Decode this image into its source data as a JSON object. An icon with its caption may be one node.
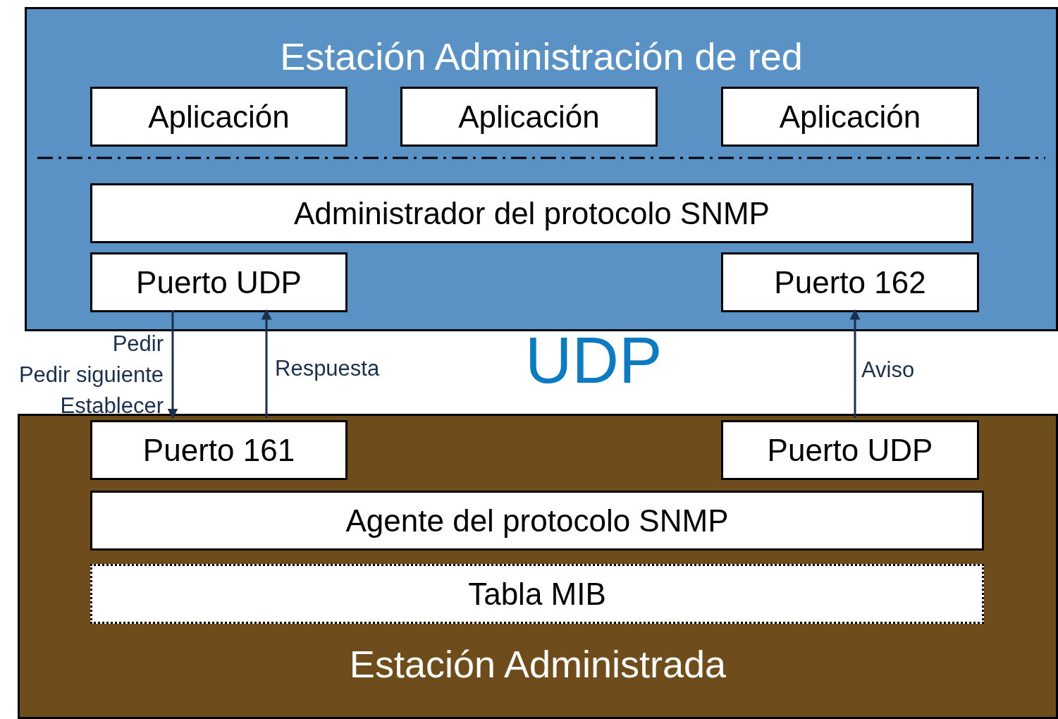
{
  "diagram": {
    "nodes": [
      {
        "text": [
          "Estación Administración de red"
        ]
      },
      {
        "text": [
          "Aplicación"
        ],
        "in": 0
      },
      {
        "text": [
          "Aplicación"
        ],
        "in": 0
      },
      {
        "text": [
          "Aplicación"
        ],
        "in": 0
      },
      {
        "text": [
          "Administrador del protocolo SNMP"
        ],
        "in": 0
      },
      {
        "text": [
          "Puerto UDP"
        ],
        "in": 0
      },
      {
        "text": [
          "Puerto 162"
        ],
        "in": 0
      },
      {
        "text": [
          "Estación Administrada"
        ]
      },
      {
        "text": [
          "Puerto 161"
        ],
        "in": 7
      },
      {
        "text": [
          "Puerto UDP"
        ],
        "in": 7
      },
      {
        "text": [
          "Agente del protocolo SNMP"
        ],
        "in": 7
      },
      {
        "text": [
          "Tabla MIB"
        ],
        "in": 7
      }
    ],
    "edges": [
      {
        "from": 5,
        "to": 8,
        "arrow": "to",
        "label": "Pedir"
      },
      {
        "from": 8,
        "to": 5,
        "arrow": "to",
        "label": "Respuesta"
      },
      {
        "from": 9,
        "to": 6,
        "arrow": "to",
        "label": "Aviso"
      }
    ],
    "labels": [
      "UDP",
      "Pedir siguiente",
      "Establecer"
    ]
  }
}
